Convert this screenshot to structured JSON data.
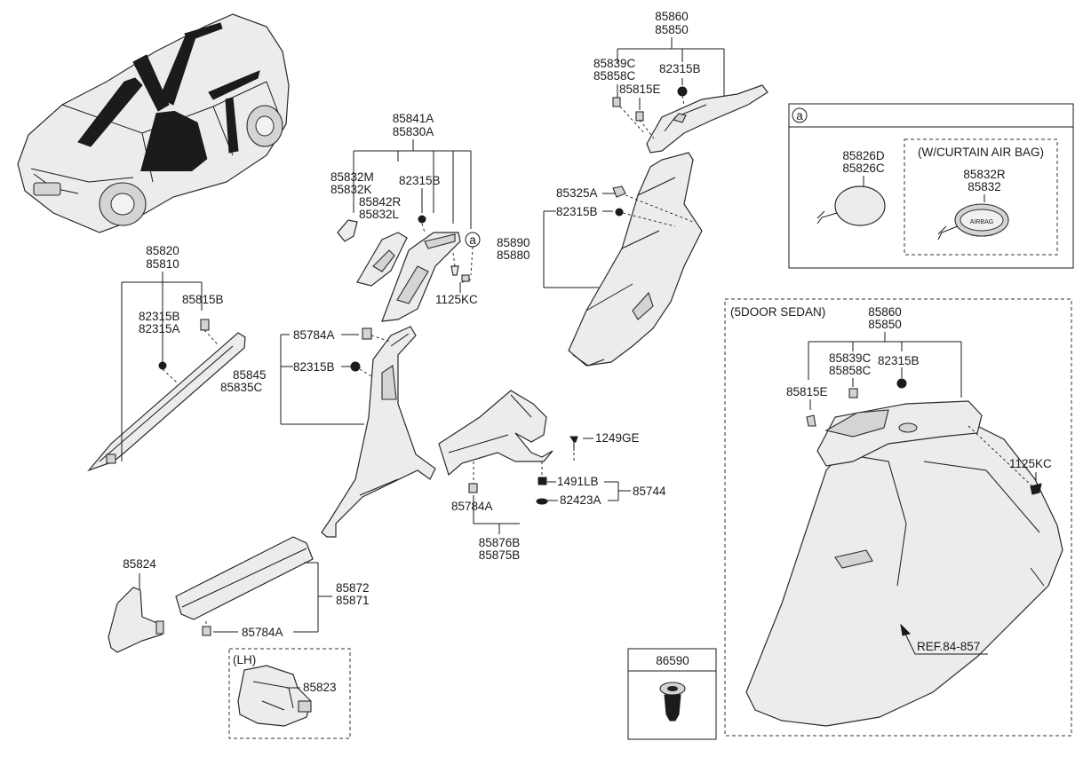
{
  "labels": {
    "p85820": "85820",
    "p85810": "85810",
    "p85815B": "85815B",
    "p82315B_a": "82315B",
    "p82315A": "82315A",
    "p85841A": "85841A",
    "p85830A": "85830A",
    "p85832M": "85832M",
    "p85832K": "85832K",
    "p82315B_b": "82315B",
    "p85842R": "85842R",
    "p85832L": "85832L",
    "callout_a": "a",
    "p1125KC_a": "1125KC",
    "p85784A_a": "85784A",
    "p85845": "85845",
    "p85835C": "85835C",
    "p82315B_c": "82315B",
    "p85860_a": "85860",
    "p85850_a": "85850",
    "p85839C_a": "85839C",
    "p85858C_a": "85858C",
    "p82315B_d": "82315B",
    "p85815E_a": "85815E",
    "p85325A": "85325A",
    "p82315B_e": "82315B",
    "p85890": "85890",
    "p85880": "85880",
    "p1249GE": "1249GE",
    "p1491LB": "1491LB",
    "p85744": "85744",
    "p82423A": "82423A",
    "p85784A_b": "85784A",
    "p85876B": "85876B",
    "p85875B": "85875B",
    "p85824": "85824",
    "p85872": "85872",
    "p85871": "85871",
    "p85784A_c": "85784A",
    "lh": "(LH)",
    "p85823": "85823",
    "p86590": "86590",
    "panel_a_tag": "a",
    "p85826D": "85826D",
    "p85826C": "85826C",
    "curtain": "(W/CURTAIN AIR BAG)",
    "p85832R": "85832R",
    "p85832": "85832",
    "airbag_text": "AIRBAG",
    "sedan": "(5DOOR SEDAN)",
    "p85860_b": "85860",
    "p85850_b": "85850",
    "p85839C_b": "85839C",
    "p85858C_b": "85858C",
    "p82315B_f": "82315B",
    "p85815E_b": "85815E",
    "p1125KC_b": "1125KC",
    "ref": "REF.84-857"
  }
}
